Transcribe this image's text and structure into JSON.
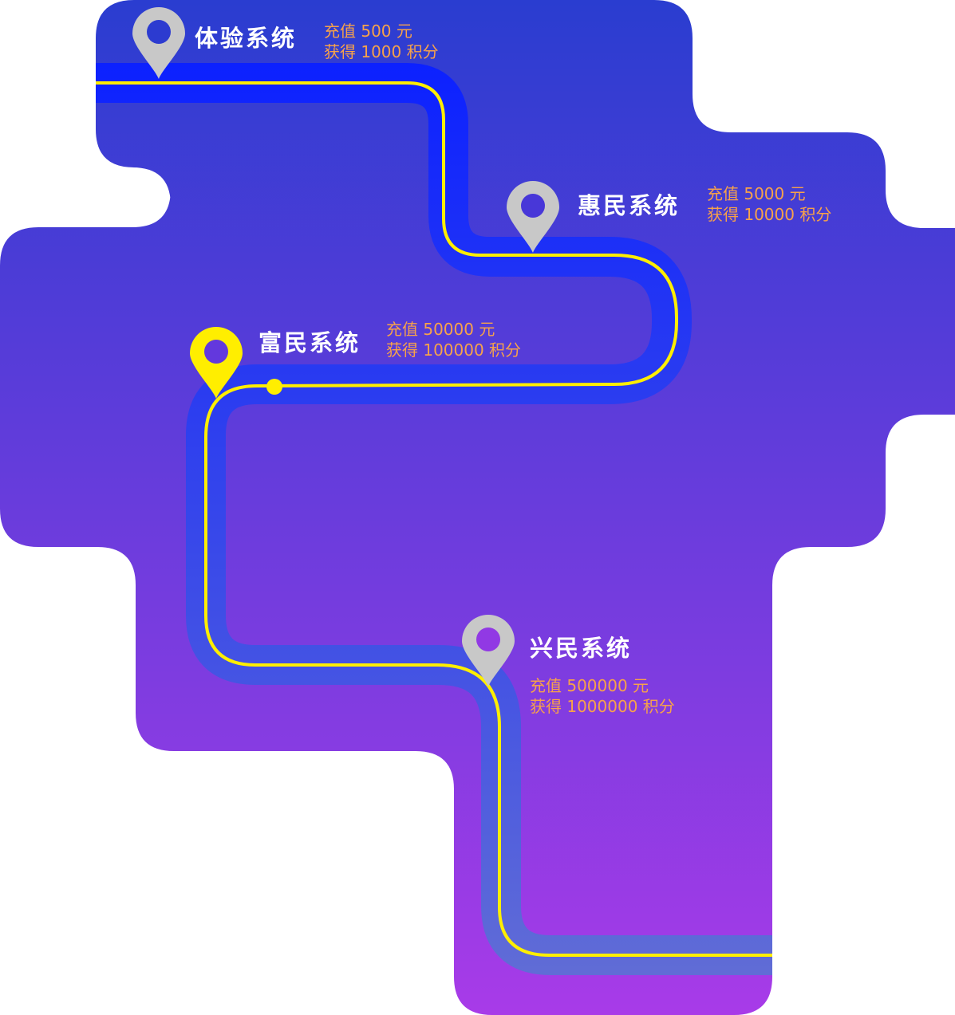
{
  "stages": [
    {
      "title": "体验系统",
      "recharge": "充值 500 元",
      "reward": "获得 1000 积分",
      "active": false
    },
    {
      "title": "惠民系统",
      "recharge": "充值 5000 元",
      "reward": "获得 10000 积分",
      "active": false
    },
    {
      "title": "富民系统",
      "recharge": "充值 50000 元",
      "reward": "获得 100000 积分",
      "active": true
    },
    {
      "title": "兴民系统",
      "recharge": "充值 500000 元",
      "reward": "获得 1000000 积分",
      "active": false
    }
  ],
  "colors": {
    "background_top": "#2a3dd0",
    "background_bottom": "#a83be8",
    "road_top": "#0c21ff",
    "road_bottom": "#606cd6",
    "route_line": "#ffee00",
    "active_pin": "#ffee00",
    "inactive_pin": "#c8c8c8",
    "title_text": "#ffffff",
    "detail_text": "#f7a24a"
  },
  "icons": {
    "pin": "map-pin-icon",
    "current_position": "current-position-dot-icon"
  }
}
